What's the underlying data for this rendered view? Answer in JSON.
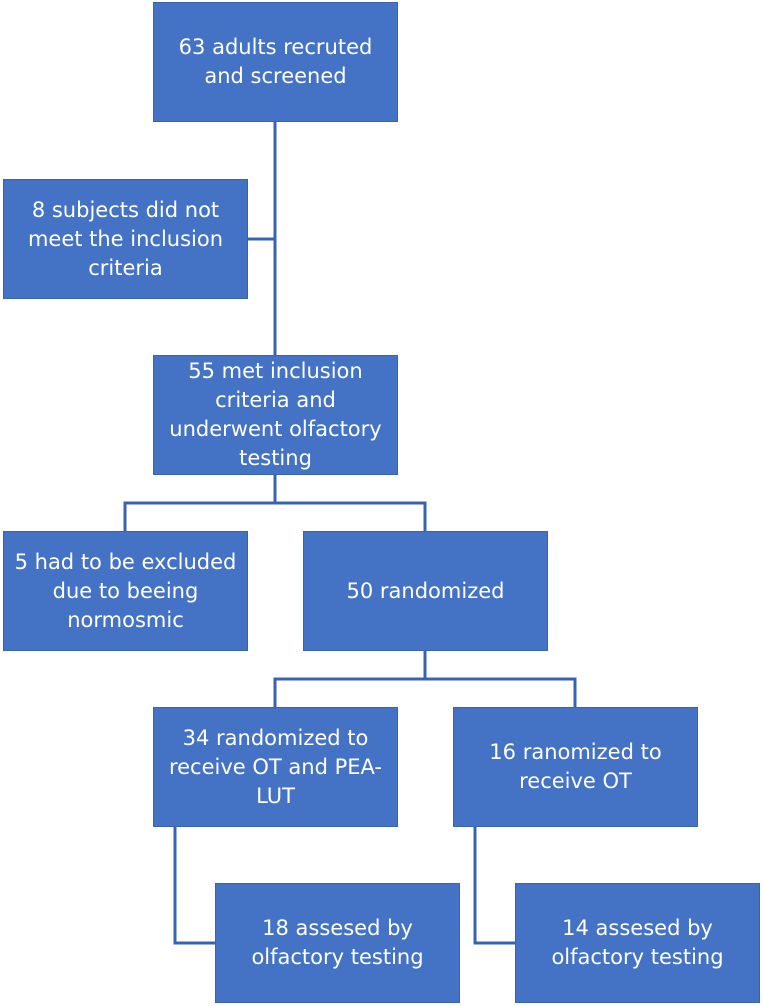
{
  "nodes": {
    "recruited": "63 adults recruted and screened",
    "excluded_inclusion": "8 subjects did not meet the inclusion criteria",
    "met_inclusion": "55 met inclusion criteria and underwent olfactory testing",
    "excluded_normosmic": "5 had to be excluded due to beeing normosmic",
    "randomized": "50 randomized",
    "arm_ot_pealut": "34 randomized to receive OT and PEA-LUT",
    "arm_ot": "16 ranomized to receive OT",
    "assessed_arm1": "18 assesed by olfactory testing",
    "assessed_arm2": "14 assesed by olfactory testing"
  },
  "colors": {
    "box_fill": "#4472c4",
    "connector": "#3a63ad",
    "text": "#ffffff"
  }
}
